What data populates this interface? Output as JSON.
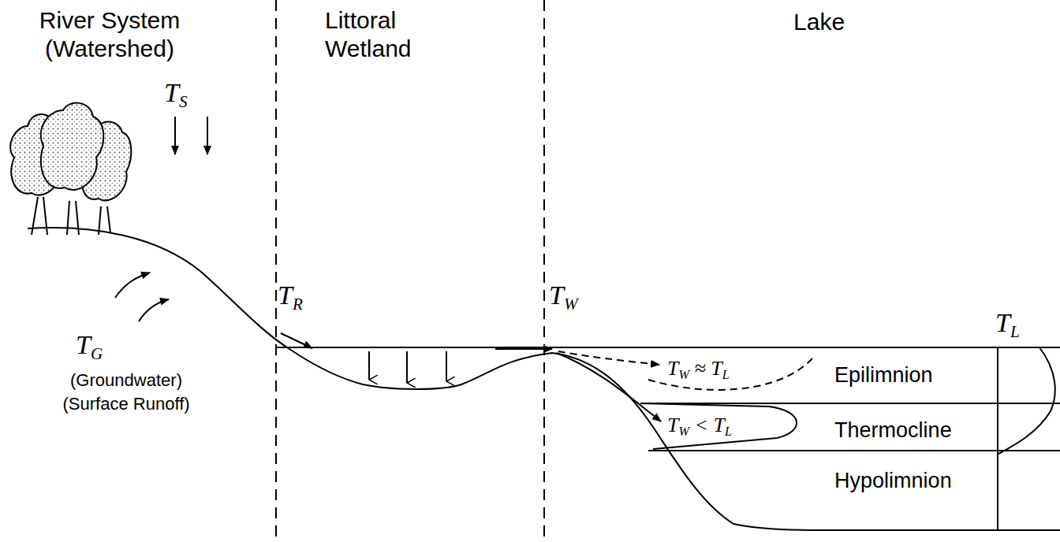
{
  "diagram": {
    "labels": [
      "River System (Watershed)",
      "Littoral Wetland",
      "Lake",
      "TS",
      "TR",
      "TW",
      "TL",
      "TG",
      "(Groundwater)",
      "(Surface Runoff)",
      "TW ≈ TL",
      "Epilimnion",
      "TW < TL",
      "Thermocline",
      "Hypolimnion"
    ]
  }
}
